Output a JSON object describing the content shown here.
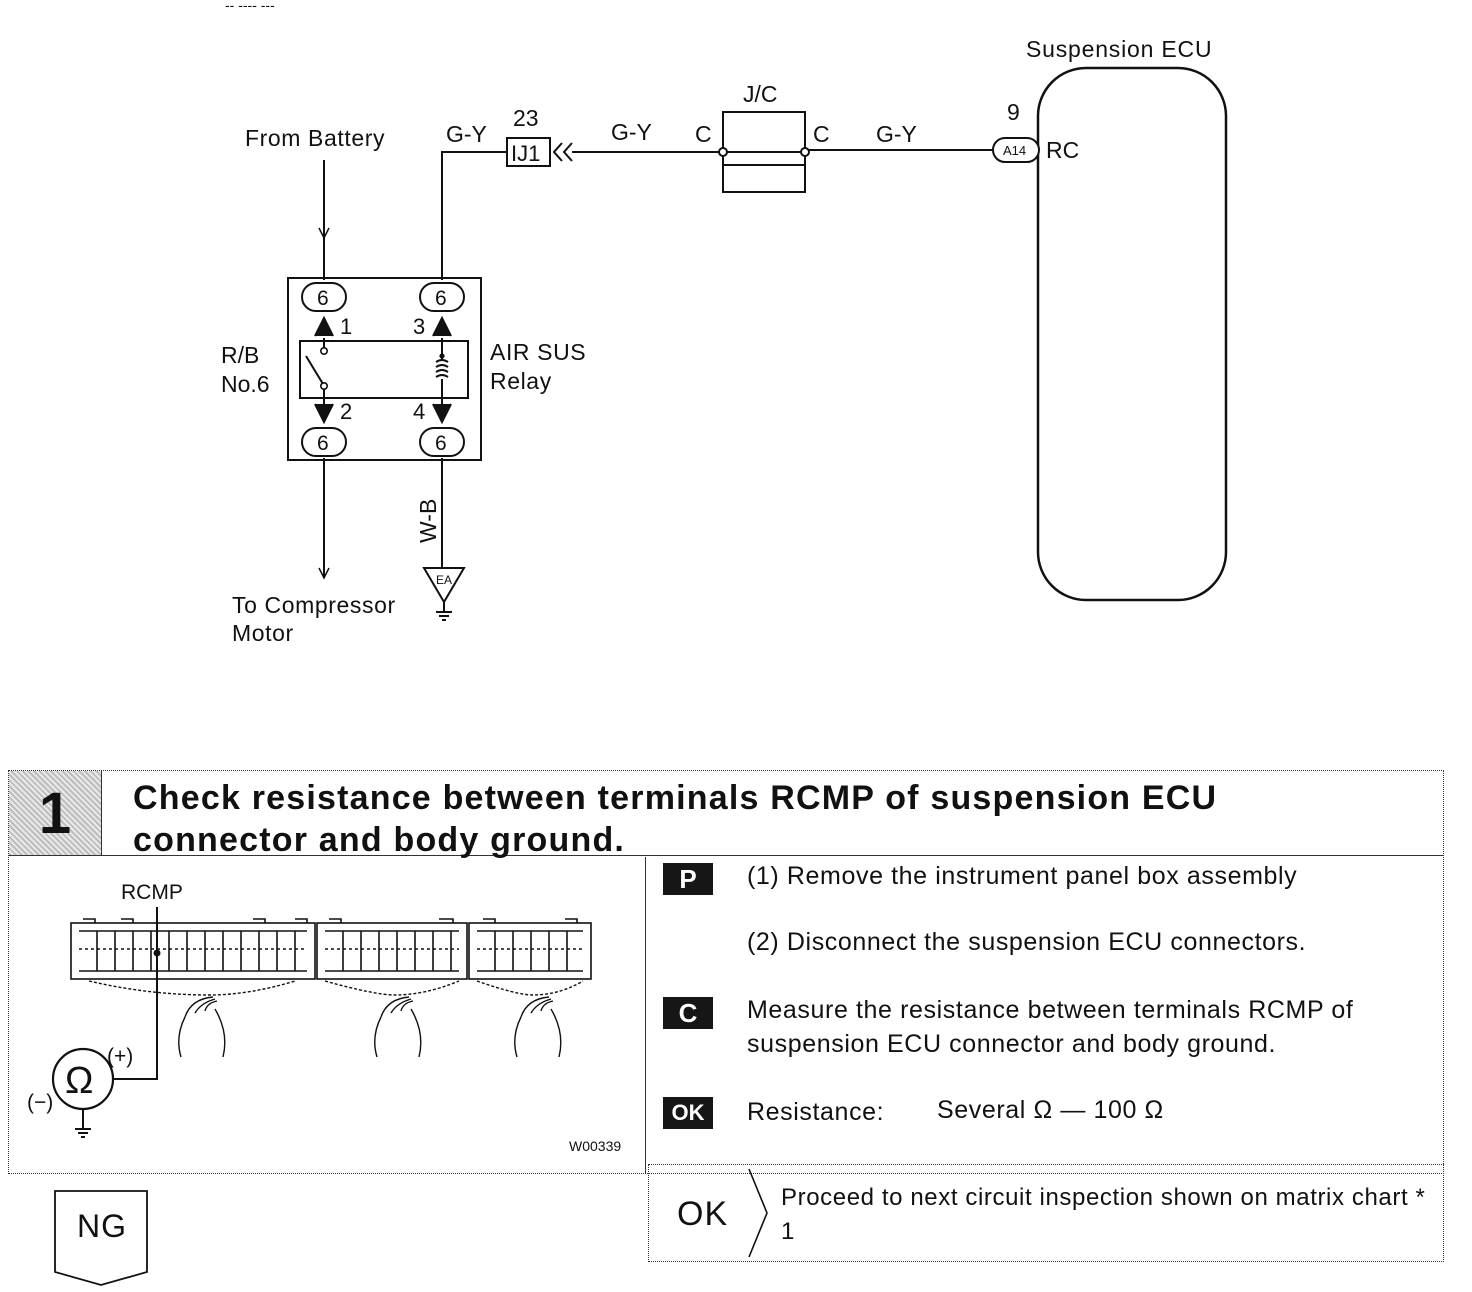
{
  "schematic": {
    "top_scrap": "-- ---- ---",
    "ecu_label": "Suspension ECU",
    "jc_label": "J/C",
    "jc_left_pin": "C",
    "jc_right_pin": "C",
    "wire_gy_1": "G-Y",
    "wire_gy_2": "G-Y",
    "wire_gy_3": "G-Y",
    "wire_wb": "W-B",
    "ij1_pin": "23",
    "ij1_label": "IJ1",
    "ecu_pin_num": "9",
    "ecu_conn": "A14",
    "ecu_term": "RC",
    "from_battery": "From Battery",
    "rb_label_1": "R/B",
    "rb_label_2": "No.6",
    "relay_label_1": "AIR SUS",
    "relay_label_2": "Relay",
    "conn_6": "6",
    "pin_1": "1",
    "pin_2": "2",
    "pin_3": "3",
    "pin_4": "4",
    "ground_label": "EA",
    "to_compressor_1": "To Compressor",
    "to_compressor_2": "Motor"
  },
  "step": {
    "number": "1",
    "title": "Check resistance between terminals RCMP of suspension ECU connector and body ground.",
    "figure": {
      "rcmp_label": "RCMP",
      "plus_label": "(+)",
      "minus_label": "(−)",
      "ohm_symbol": "Ω",
      "figure_code": "W00339"
    },
    "prep_badge": "P",
    "prep_1": "(1) Remove the instrument panel box assembly",
    "prep_2": "(2) Disconnect the suspension ECU connectors.",
    "check_badge": "C",
    "check_text": "Measure the resistance between terminals RCMP of suspension ECU connector and body ground.",
    "ok_badge": "OK",
    "spec_label": "Resistance:",
    "spec_value": "Several Ω — 100 Ω"
  },
  "result_ok": {
    "label": "OK",
    "text": "Proceed to next circuit inspection shown on matrix chart * 1"
  },
  "result_ng": {
    "label": "NG"
  }
}
